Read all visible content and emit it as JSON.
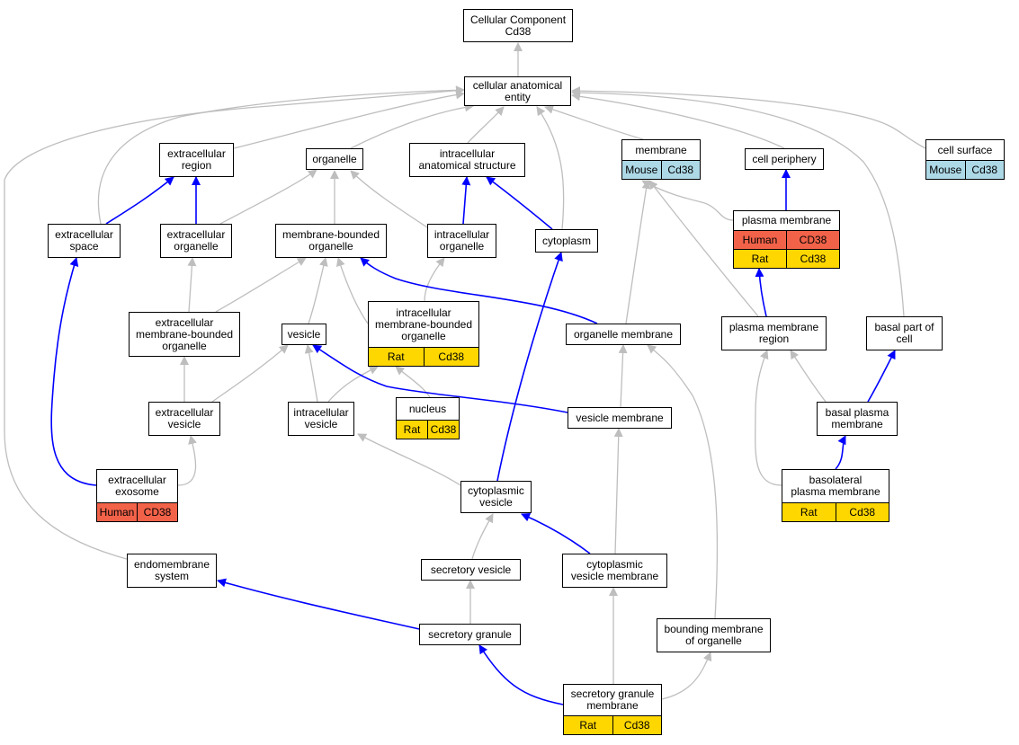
{
  "colors": {
    "gray_edge": "#bebebe",
    "blue_edge": "#0000ff",
    "human": "#f26249",
    "rat": "#ffd700",
    "mouse": "#add8e6"
  },
  "nodes": {
    "cellular_component": {
      "label": "Cellular Component\nCd38"
    },
    "cellular_anatomical_entity": {
      "label": "cellular anatomical\nentity"
    },
    "extracellular_region": {
      "label": "extracellular\nregion"
    },
    "organelle": {
      "label": "organelle"
    },
    "intracellular_anatomical_structure": {
      "label": "intracellular\nanatomical structure"
    },
    "membrane": {
      "label": "membrane",
      "tags": [
        {
          "species": "Mouse",
          "gene": "Cd38"
        }
      ]
    },
    "cell_periphery": {
      "label": "cell periphery"
    },
    "cell_surface": {
      "label": "cell surface",
      "tags": [
        {
          "species": "Mouse",
          "gene": "Cd38"
        }
      ]
    },
    "extracellular_space": {
      "label": "extracellular\nspace"
    },
    "extracellular_organelle": {
      "label": "extracellular\norganelle"
    },
    "membrane_bounded_organelle": {
      "label": "membrane-bounded\norganelle"
    },
    "intracellular_organelle": {
      "label": "intracellular\norganelle"
    },
    "cytoplasm": {
      "label": "cytoplasm"
    },
    "plasma_membrane": {
      "label": "plasma membrane",
      "tags": [
        {
          "species": "Human",
          "gene": "CD38"
        },
        {
          "species": "Rat",
          "gene": "Cd38"
        }
      ]
    },
    "extracellular_membrane_bounded_organelle": {
      "label": "extracellular\nmembrane-bounded\norganelle"
    },
    "vesicle": {
      "label": "vesicle"
    },
    "intracellular_membrane_bounded_organelle": {
      "label": "intracellular\nmembrane-bounded\norganelle",
      "tags": [
        {
          "species": "Rat",
          "gene": "Cd38"
        }
      ]
    },
    "organelle_membrane": {
      "label": "organelle membrane"
    },
    "plasma_membrane_region": {
      "label": "plasma membrane\nregion"
    },
    "basal_part_of_cell": {
      "label": "basal part of\ncell"
    },
    "extracellular_vesicle": {
      "label": "extracellular\nvesicle"
    },
    "intracellular_vesicle": {
      "label": "intracellular\nvesicle"
    },
    "nucleus": {
      "label": "nucleus",
      "tags": [
        {
          "species": "Rat",
          "gene": "Cd38"
        }
      ]
    },
    "vesicle_membrane": {
      "label": "vesicle membrane"
    },
    "basal_plasma_membrane": {
      "label": "basal plasma\nmembrane"
    },
    "extracellular_exosome": {
      "label": "extracellular\nexosome",
      "tags": [
        {
          "species": "Human",
          "gene": "CD38"
        }
      ]
    },
    "cytoplasmic_vesicle": {
      "label": "cytoplasmic\nvesicle"
    },
    "basolateral_plasma_membrane": {
      "label": "basolateral\nplasma membrane",
      "tags": [
        {
          "species": "Rat",
          "gene": "Cd38"
        }
      ]
    },
    "endomembrane_system": {
      "label": "endomembrane\nsystem"
    },
    "secretory_vesicle": {
      "label": "secretory vesicle"
    },
    "cytoplasmic_vesicle_membrane": {
      "label": "cytoplasmic\nvesicle membrane"
    },
    "secretory_granule": {
      "label": "secretory granule"
    },
    "bounding_membrane_of_organelle": {
      "label": "bounding membrane\nof organelle"
    },
    "secretory_granule_membrane": {
      "label": "secretory granule\nmembrane",
      "tags": [
        {
          "species": "Rat",
          "gene": "Cd38"
        }
      ]
    }
  }
}
